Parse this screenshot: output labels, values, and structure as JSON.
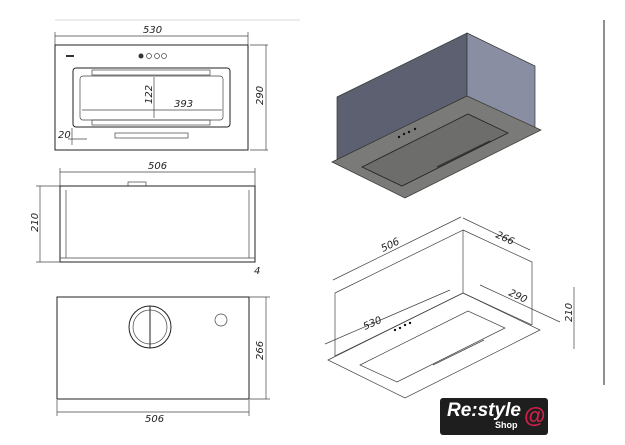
{
  "top_view": {
    "width": "530",
    "height": "290",
    "inner_height": "122",
    "inner_width": "393",
    "margin": "20"
  },
  "side_view": {
    "width": "506",
    "height": "210",
    "offset": "4"
  },
  "bottom_view": {
    "width": "506",
    "depth": "266"
  },
  "iso_view": {
    "width": "506",
    "depth": "266",
    "plate_depth": "290",
    "plate_width": "530",
    "height": "210"
  },
  "logo": {
    "brand": "Re:style",
    "sub": "Shop",
    "symbol": "@"
  },
  "colors": {
    "box_front": "#5d6070",
    "box_side": "#8a8ea2",
    "plate": "#7a7a78",
    "logo_accent": "#d0204a"
  }
}
